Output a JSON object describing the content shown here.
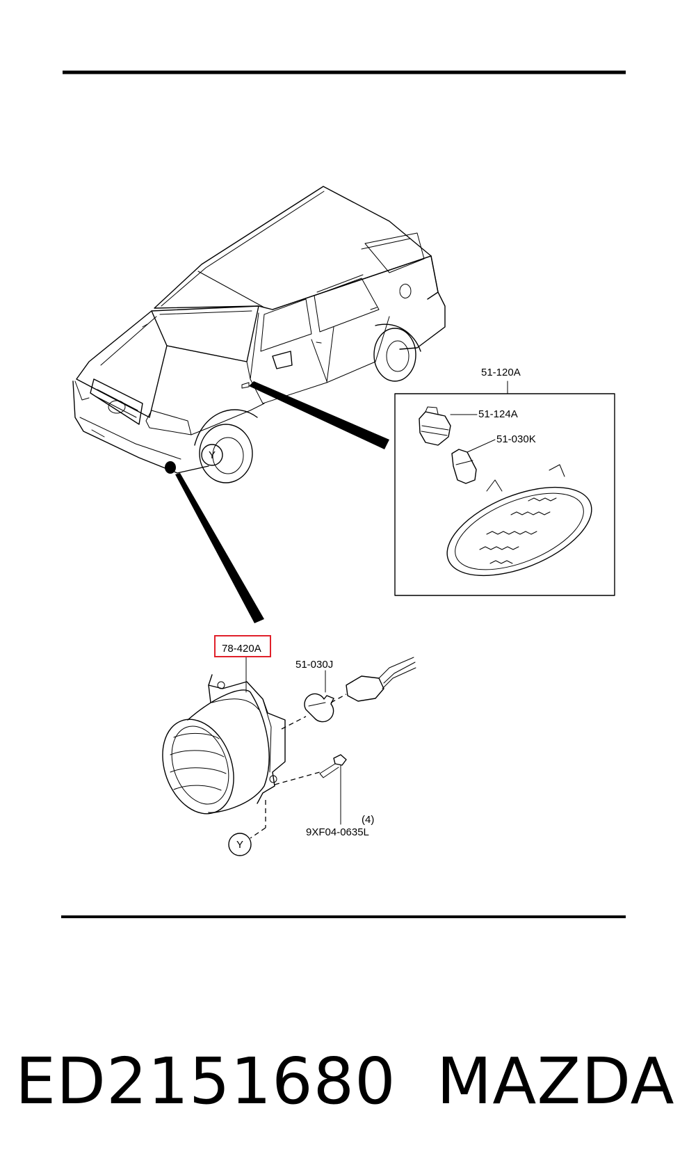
{
  "callouts": {
    "side_marker_assembly": "51-120A",
    "socket": "51-124A",
    "side_marker_bulb": "51-030K",
    "fog_lamp_assembly": "78-420A",
    "fog_lamp_bulb": "51-030J",
    "screw": "9XF04-0635L",
    "screw_qty": "(4)",
    "ref_mark_car": "Y",
    "ref_mark_lamp": "Y"
  },
  "highlight": {
    "part": "78-420A",
    "color": "#e0202a"
  },
  "footer": {
    "part_number": "ED2151680",
    "brand": "MAZDA"
  }
}
